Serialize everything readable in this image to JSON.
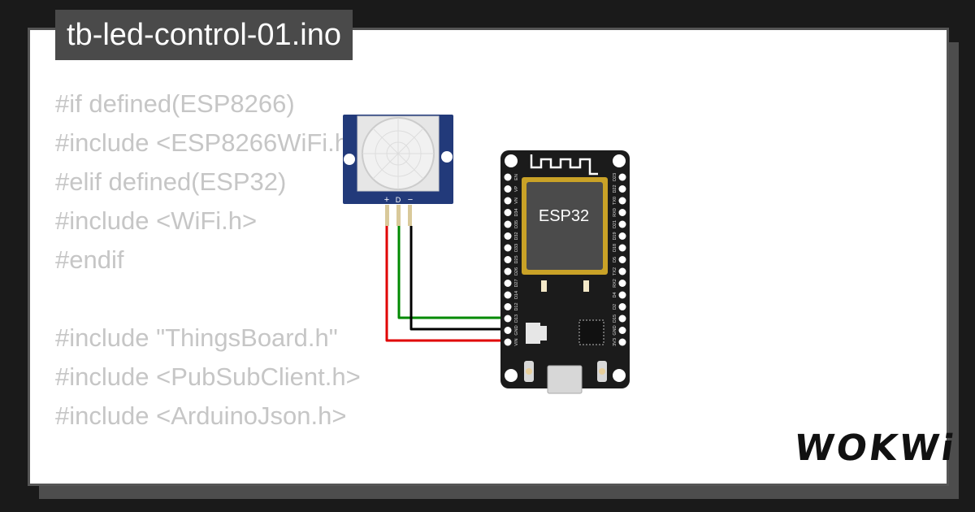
{
  "title": "tb-led-control-01.ino",
  "code_lines": [
    "#if defined(ESP8266)",
    "#include <ESP8266WiFi.h>",
    "#elif defined(ESP32)",
    "#include <WiFi.h>",
    "#endif",
    "",
    "#include \"ThingsBoard.h\"",
    "#include <PubSubClient.h>",
    "#include <ArduinoJson.h>"
  ],
  "diagram": {
    "pir_sensor": {
      "pin_labels": [
        "+",
        "D",
        "−"
      ],
      "icon": "pir-sensor-icon"
    },
    "esp32": {
      "chip_label": "ESP32",
      "left_pins": [
        "EN",
        "VP",
        "VN",
        "D34",
        "D35",
        "D32",
        "D33",
        "D25",
        "D26",
        "D27",
        "D14",
        "D12",
        "D13",
        "GND",
        "VIN"
      ],
      "right_pins": [
        "D23",
        "D22",
        "TX0",
        "RX0",
        "D21",
        "D19",
        "D18",
        "D5",
        "TX2",
        "RX2",
        "D4",
        "D2",
        "D15",
        "GND",
        "3V3"
      ]
    },
    "wires": [
      {
        "from": "PIR +",
        "to": "ESP32 VIN",
        "color": "#e00000"
      },
      {
        "from": "PIR D",
        "to": "ESP32 D13",
        "color": "#008a00"
      },
      {
        "from": "PIR −",
        "to": "ESP32 GND",
        "color": "#000000"
      }
    ]
  },
  "brand": "WOKWi",
  "colors": {
    "background": "#1a1a1a",
    "card": "#ffffff",
    "title_bg": "#4a4a4a",
    "code_text": "#c6c6c6",
    "pcb_blue": "#223a7a",
    "board_black": "#1b1b1b"
  }
}
